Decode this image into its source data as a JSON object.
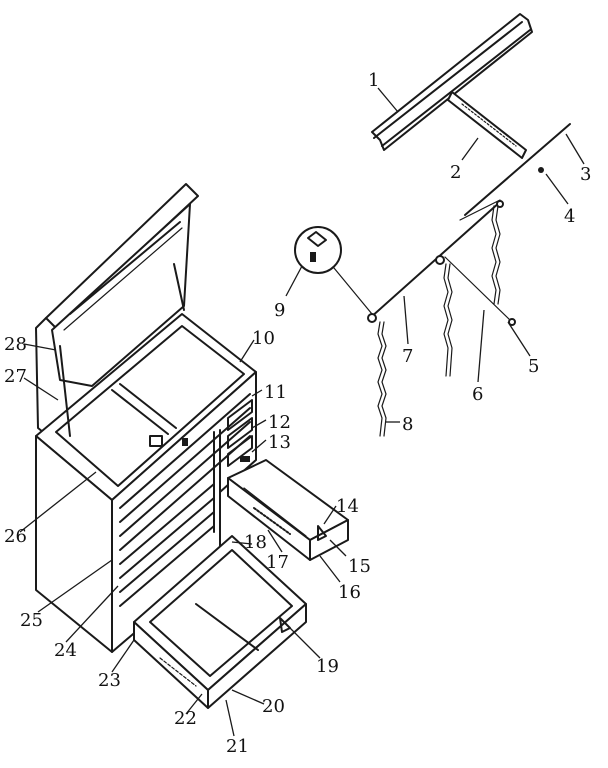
{
  "callouts": [
    {
      "id": "1",
      "label": "1"
    },
    {
      "id": "2",
      "label": "2"
    },
    {
      "id": "3",
      "label": "3"
    },
    {
      "id": "4",
      "label": "4"
    },
    {
      "id": "5",
      "label": "5"
    },
    {
      "id": "6",
      "label": "6"
    },
    {
      "id": "7",
      "label": "7"
    },
    {
      "id": "8",
      "label": "8"
    },
    {
      "id": "9",
      "label": "9"
    },
    {
      "id": "10",
      "label": "10"
    },
    {
      "id": "11",
      "label": "11"
    },
    {
      "id": "12",
      "label": "12"
    },
    {
      "id": "13",
      "label": "13"
    },
    {
      "id": "14",
      "label": "14"
    },
    {
      "id": "15",
      "label": "15"
    },
    {
      "id": "16",
      "label": "16"
    },
    {
      "id": "17",
      "label": "17"
    },
    {
      "id": "18",
      "label": "18"
    },
    {
      "id": "19",
      "label": "19"
    },
    {
      "id": "20",
      "label": "20"
    },
    {
      "id": "21",
      "label": "21"
    },
    {
      "id": "22",
      "label": "22"
    },
    {
      "id": "23",
      "label": "23"
    },
    {
      "id": "24",
      "label": "24"
    },
    {
      "id": "25",
      "label": "25"
    },
    {
      "id": "26",
      "label": "26"
    },
    {
      "id": "27",
      "label": "27"
    },
    {
      "id": "28",
      "label": "28"
    }
  ]
}
